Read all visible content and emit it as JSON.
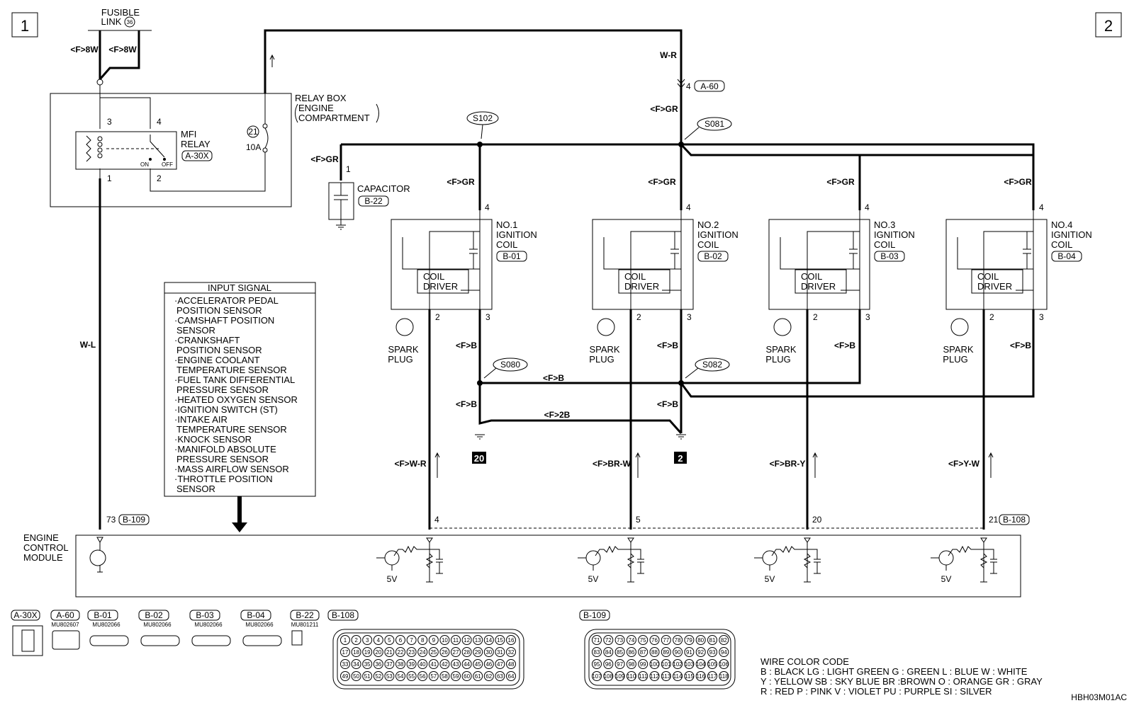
{
  "page_markers": {
    "left": "1",
    "right": "2"
  },
  "fusible_link": {
    "title": "FUSIBLE",
    "title2": "LINK",
    "number": "36",
    "wire_left": "<F>8W",
    "wire_right": "<F>8W"
  },
  "relay_box": {
    "line1": "RELAY BOX",
    "line2": "ENGINE",
    "line3": "COMPARTMENT",
    "fuse_number": "21",
    "fuse_rating": "10A"
  },
  "mfi_relay": {
    "line1": "MFI",
    "line2": "RELAY",
    "connector": "A-30X",
    "on_label": "ON",
    "off_label": "OFF",
    "pin1": "1",
    "pin2": "2",
    "pin3": "3",
    "pin4": "4"
  },
  "top_wire": {
    "color": "W-R",
    "pin": "4",
    "connector": "A-60",
    "below": "<F>GR"
  },
  "splices": {
    "s102": "S102",
    "s081": "S081",
    "s080": "S080",
    "s082": "S082"
  },
  "capacitor": {
    "wire": "<F>GR",
    "pin": "1",
    "label": "CAPACITOR",
    "connector": "B-22"
  },
  "coils": [
    {
      "l1": "NO.1",
      "l2": "IGNITION",
      "l3": "COIL",
      "connector": "B-01",
      "wire_top": "<F>GR",
      "pin_top": "4",
      "pin_a": "2",
      "pin_b": "3",
      "driver1": "COIL",
      "driver2": "DRIVER",
      "plug1": "SPARK",
      "plug2": "PLUG",
      "wire_b": "<F>B",
      "signal_wire": "<F>W-R",
      "ecm_pin": "4"
    },
    {
      "l1": "NO.2",
      "l2": "IGNITION",
      "l3": "COIL",
      "connector": "B-02",
      "wire_top": "<F>GR",
      "pin_top": "4",
      "pin_a": "2",
      "pin_b": "3",
      "driver1": "COIL",
      "driver2": "DRIVER",
      "plug1": "SPARK",
      "plug2": "PLUG",
      "wire_b": "<F>B",
      "signal_wire": "<F>BR-W",
      "ecm_pin": "5"
    },
    {
      "l1": "NO.3",
      "l2": "IGNITION",
      "l3": "COIL",
      "connector": "B-03",
      "wire_top": "<F>GR",
      "pin_top": "4",
      "pin_a": "2",
      "pin_b": "3",
      "driver1": "COIL",
      "driver2": "DRIVER",
      "plug1": "SPARK",
      "plug2": "PLUG",
      "wire_b": "<F>B",
      "signal_wire": "<F>BR-Y",
      "ecm_pin": "20"
    },
    {
      "l1": "NO.4",
      "l2": "IGNITION",
      "l3": "COIL",
      "connector": "B-04",
      "wire_top": "<F>GR",
      "pin_top": "4",
      "pin_a": "2",
      "pin_b": "3",
      "driver1": "COIL",
      "driver2": "DRIVER",
      "plug1": "SPARK",
      "plug2": "PLUG",
      "wire_b": "<F>B",
      "signal_wire": "<F>Y-W",
      "ecm_pin": "21"
    }
  ],
  "ground_wires": {
    "b1": "<F>B",
    "b2": "<F>B",
    "bmid": "<F>B",
    "twoB": "<F>2B",
    "ground_left": "20",
    "ground_right": "2"
  },
  "wl_wire": "W-L",
  "ecm": {
    "line1": "ENGINE",
    "line2": "CONTROL",
    "line3": "MODULE",
    "pin_left": "73",
    "conn_left": "B-109",
    "conn_right": "B-108",
    "v5": "5V"
  },
  "input_signal": {
    "title": "INPUT SIGNAL",
    "lines": [
      "·ACCELERATOR PEDAL",
      "POSITION SENSOR",
      "·CAMSHAFT POSITION",
      "SENSOR",
      "·CRANKSHAFT",
      "POSITION SENSOR",
      "·ENGINE COOLANT",
      "TEMPERATURE SENSOR",
      "·FUEL TANK DIFFERENTIAL",
      "PRESSURE SENSOR",
      "·HEATED OXYGEN SENSOR",
      "·IGNITION SWITCH (ST)",
      "·INTAKE AIR",
      "TEMPERATURE SENSOR",
      "·KNOCK SENSOR",
      "·MANIFOLD ABSOLUTE",
      "PRESSURE SENSOR",
      "·MASS AIRFLOW SENSOR",
      "·THROTTLE POSITION",
      "SENSOR"
    ]
  },
  "connectors": {
    "a30x": "A-30X",
    "a60": "A-60",
    "a60_part": "MU802607",
    "b01": "B-01",
    "b02": "B-02",
    "b03": "B-03",
    "b04": "B-04",
    "coil_part": "MU802066",
    "b22": "B-22",
    "b22_part": "MU801211",
    "b108": "B-108",
    "b109": "B-109"
  },
  "b108_rows": [
    [
      "1",
      "2",
      "3",
      "4",
      "5",
      "6",
      "7",
      "8",
      "9",
      "10",
      "11",
      "12",
      "13",
      "14",
      "15",
      "16"
    ],
    [
      "17",
      "18",
      "19",
      "20",
      "21",
      "22",
      "23",
      "24",
      "25",
      "26",
      "27",
      "28",
      "29",
      "30",
      "31",
      "32"
    ],
    [
      "33",
      "34",
      "35",
      "36",
      "37",
      "38",
      "39",
      "40",
      "41",
      "42",
      "43",
      "44",
      "45",
      "46",
      "47",
      "48"
    ],
    [
      "49",
      "50",
      "51",
      "52",
      "53",
      "54",
      "55",
      "56",
      "57",
      "58",
      "59",
      "60",
      "61",
      "62",
      "63",
      "64"
    ]
  ],
  "b109_rows": [
    [
      "71",
      "72",
      "73",
      "74",
      "75",
      "76",
      "77",
      "78",
      "79",
      "80",
      "81",
      "82"
    ],
    [
      "83",
      "84",
      "85",
      "86",
      "87",
      "88",
      "89",
      "90",
      "91",
      "92",
      "93",
      "94"
    ],
    [
      "95",
      "96",
      "97",
      "98",
      "99",
      "100",
      "101",
      "102",
      "103",
      "104",
      "105",
      "106"
    ],
    [
      "107",
      "108",
      "109",
      "110",
      "111",
      "112",
      "113",
      "114",
      "115",
      "116",
      "117",
      "118"
    ]
  ],
  "wire_color_code": {
    "title": "WIRE COLOR CODE",
    "line1": "B : BLACK    LG : LIGHT GREEN    G : GREEN    L : BLUE    W : WHITE",
    "line2": "Y : YELLOW    SB : SKY BLUE    BR :BROWN    O : ORANGE    GR : GRAY",
    "line3": "R : RED    P : PINK    V : VIOLET    PU : PURPLE    SI : SILVER"
  },
  "drawing_code": "HBH03M01AC"
}
